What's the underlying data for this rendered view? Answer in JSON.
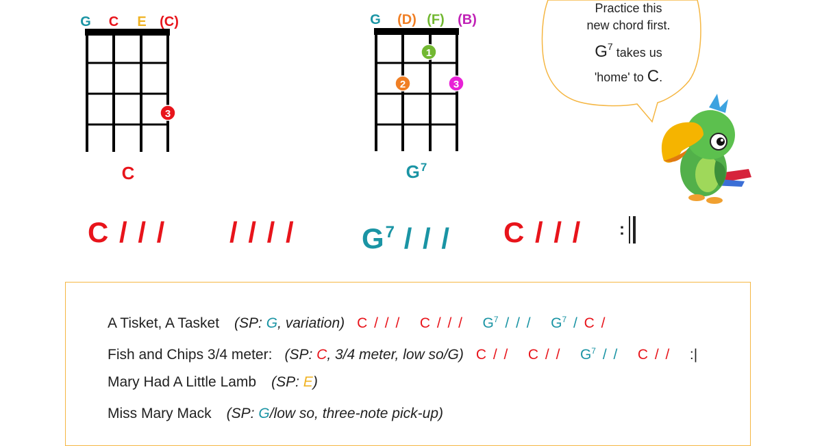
{
  "colors": {
    "red": "#e8141b",
    "teal": "#1a94a4",
    "yellow": "#f0b323",
    "orange": "#f07f25",
    "green": "#72b832",
    "magenta": "#c021b6",
    "box_border": "#f5b642",
    "bubble_border": "#f5b642"
  },
  "chord_c": {
    "strings": [
      "G",
      "C",
      "E",
      "(C)"
    ],
    "name": "C",
    "finger_number": "3",
    "finger_fret": 3,
    "finger_string": 4
  },
  "chord_g7": {
    "strings": [
      "G",
      "(D)",
      "(F)",
      "(B)"
    ],
    "name": "G",
    "superscript": "7",
    "fingers": [
      {
        "number": "1",
        "string": 3,
        "fret": 1
      },
      {
        "number": "2",
        "string": 2,
        "fret": 2
      },
      {
        "number": "3",
        "string": 4,
        "fret": 2
      }
    ]
  },
  "bubble": {
    "line1": "Practice this",
    "line2": "new chord first.",
    "line3_chord": "G",
    "line3_sup": "7",
    "line3_rest": "takes us",
    "line4_pre": "'home' to",
    "line4_chord": "C",
    "line4_end": "."
  },
  "strum": {
    "m1": "C / / /",
    "m2": "/ / / /",
    "m3_chord": "G",
    "m3_sup": "7",
    "m3_rest": " / / /",
    "m4": "C / / /",
    "repeat": ":"
  },
  "songs": {
    "s1": {
      "title": "A Tisket, A Tasket",
      "sp_pre": "(SP: ",
      "sp_note": "G",
      "sp_post": ", variation)",
      "p1": "C / / /",
      "p2": "C / / /",
      "p3": "G",
      "p3_sup": "7",
      "p3_rest": " / / /",
      "p4": "G",
      "p4_sup": "7",
      "p4_rest": " / ",
      "p5": "C /"
    },
    "s2": {
      "title": "Fish and Chips 3/4 meter:",
      "sp_pre": "(SP: ",
      "sp_note": "C",
      "sp_post": ", 3/4 meter, low so/G)",
      "p1": "C / /",
      "p2": "C / /",
      "p3": "G",
      "p3_sup": "7",
      "p3_rest": " / /",
      "p4": "C / /",
      "end": ":|"
    },
    "s3": {
      "title": "Mary Had A Little Lamb",
      "sp_pre": "(SP: ",
      "sp_note": "E",
      "sp_post": ")"
    },
    "s4": {
      "title": "Miss Mary Mack",
      "sp_pre": "(SP: ",
      "sp_note": "G",
      "sp_post": "/low so, three-note pick-up)"
    }
  }
}
